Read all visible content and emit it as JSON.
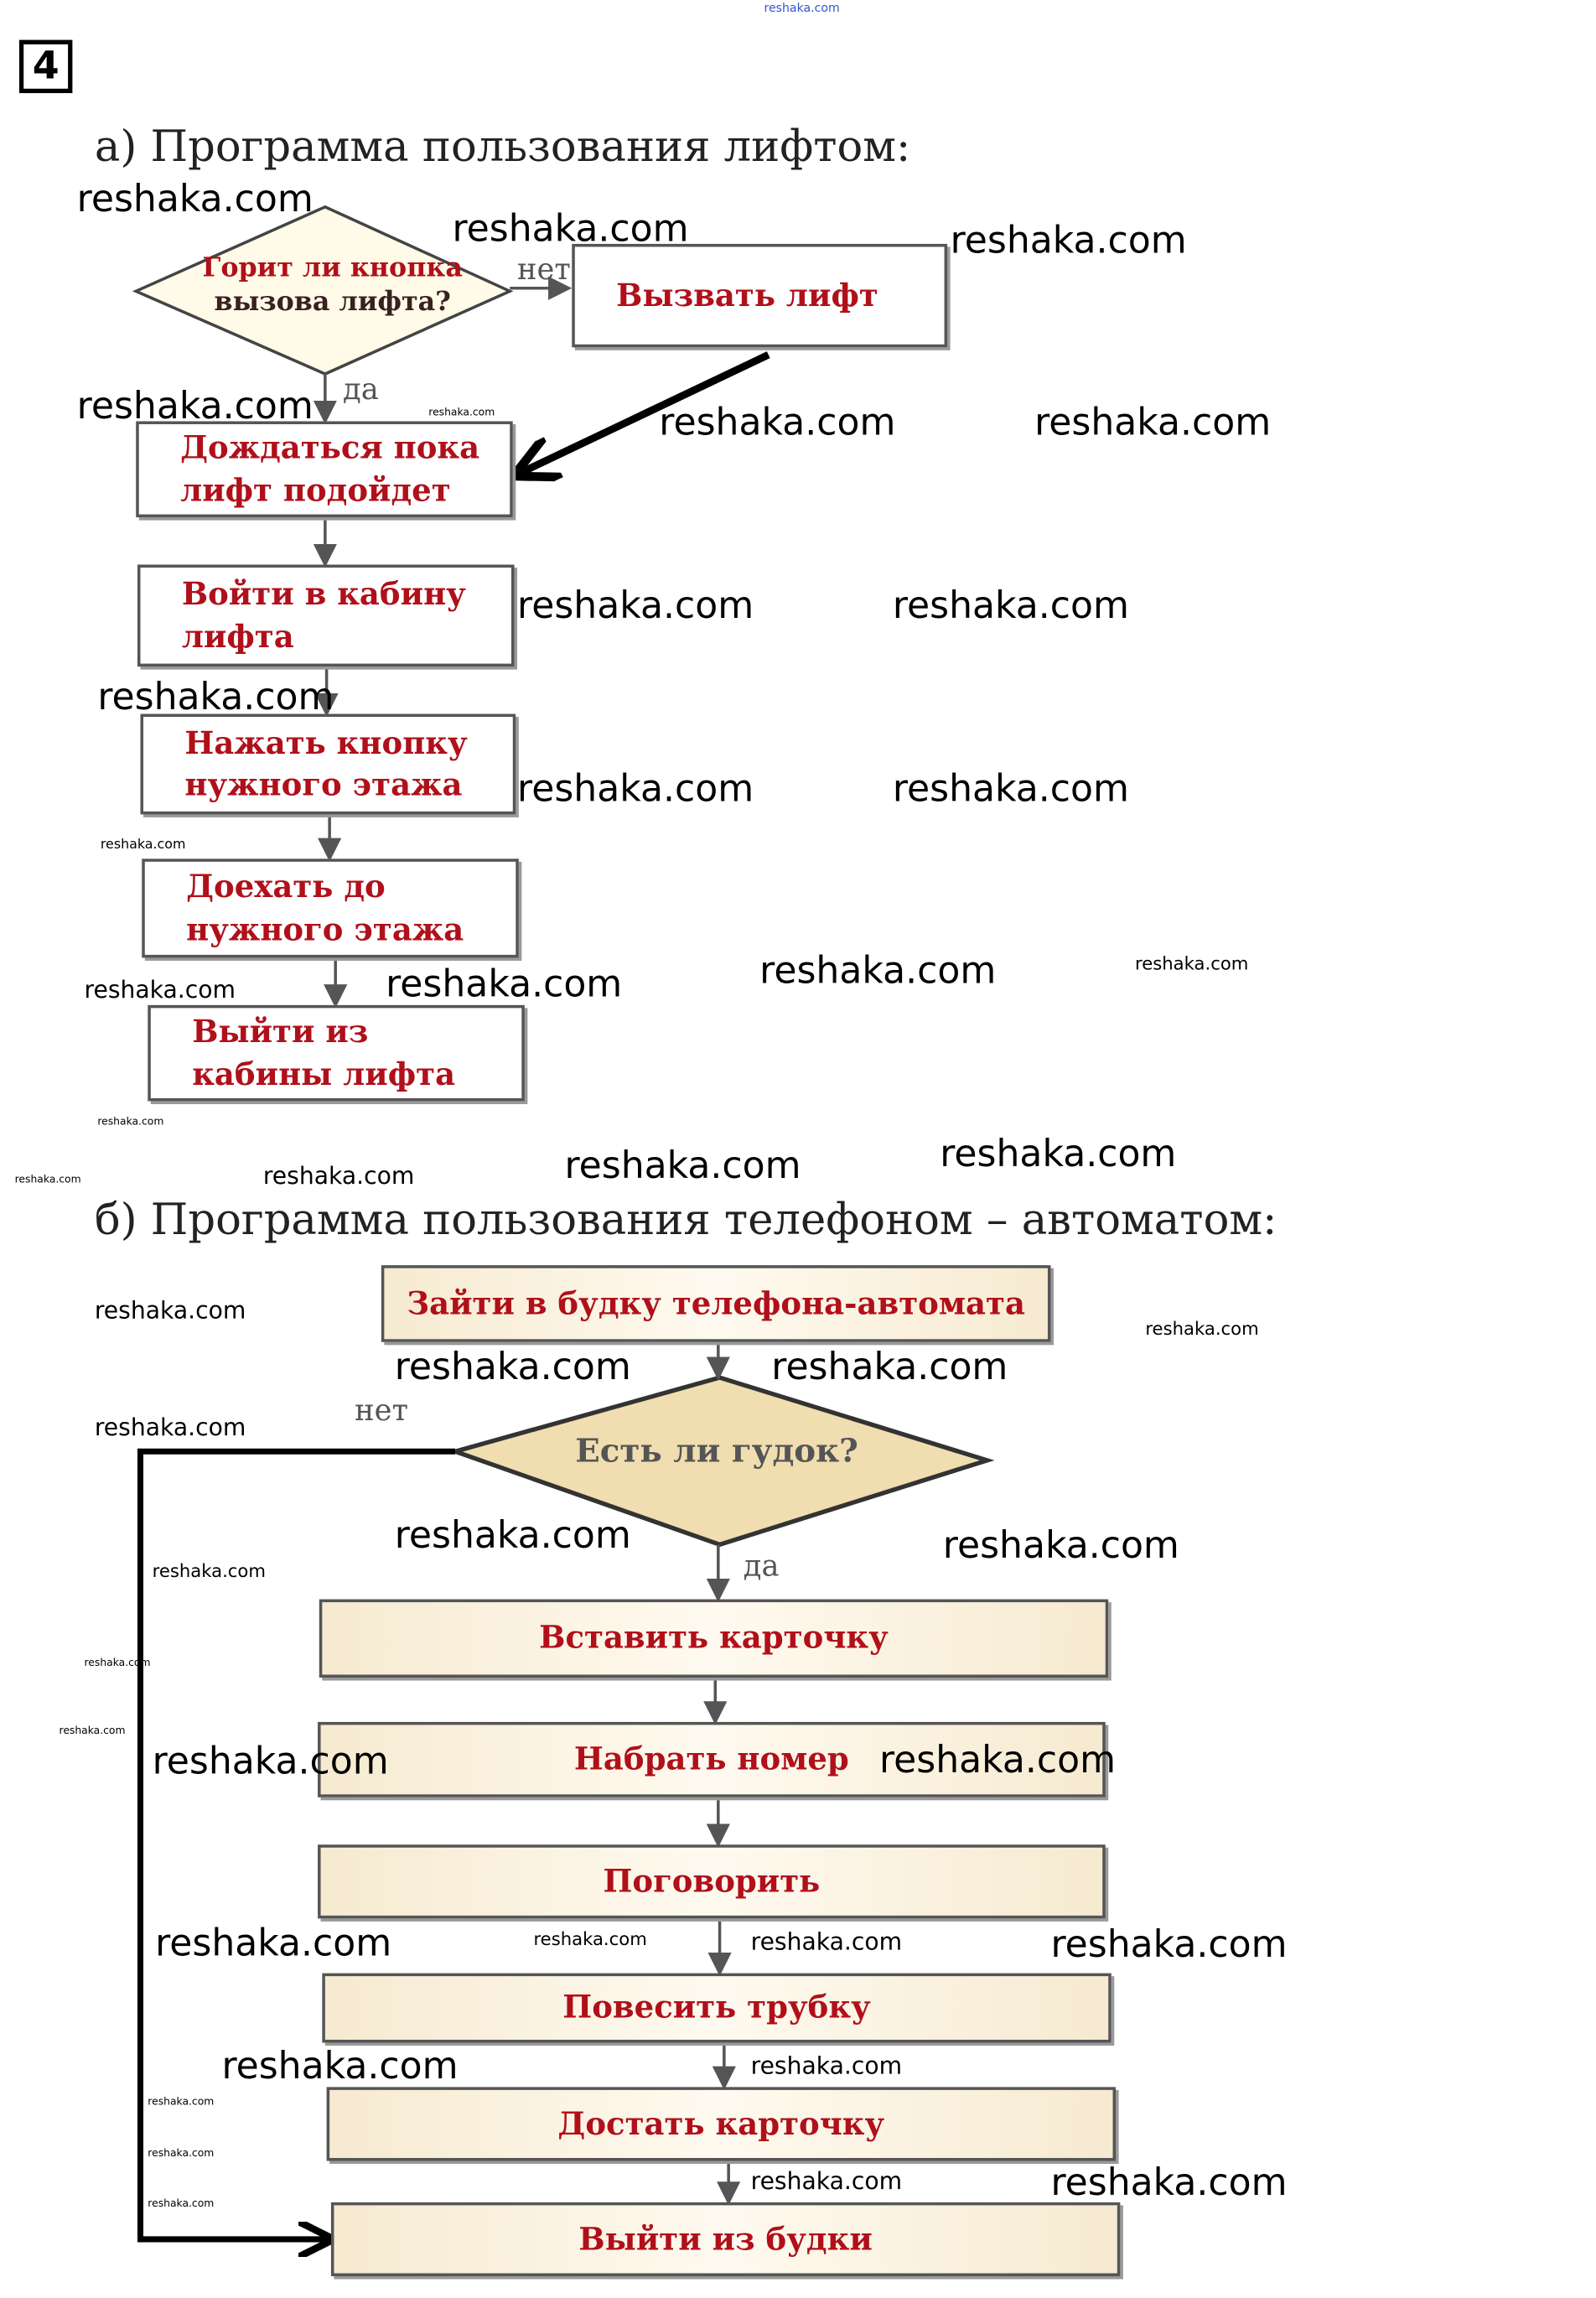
{
  "watermark": "reshaka.com",
  "task_number": "4",
  "part_a": {
    "title": "а) Программа пользования лифтом:",
    "decision": {
      "line1": "Горит ли кнопка",
      "line2": "вызова лифта?"
    },
    "no_label": "нет",
    "yes_label": "да",
    "call_box": "Вызвать лифт",
    "steps": [
      {
        "line1": "Дождаться пока",
        "line2": "лифт подойдет"
      },
      {
        "line1": "Войти в кабину",
        "line2": "лифта"
      },
      {
        "line1": "Нажать кнопку",
        "line2": "нужного этажа"
      },
      {
        "line1": "Доехать до",
        "line2": "нужного этажа"
      },
      {
        "line1": "Выйти из",
        "line2": "кабины лифта"
      }
    ]
  },
  "part_b": {
    "title": "б) Программа пользования телефоном – автоматом:",
    "first_step": "Зайти в будку телефона-автомата",
    "decision": "Есть ли гудок?",
    "no_label": "нет",
    "yes_label": "да",
    "steps": [
      "Вставить карточку",
      "Набрать номер",
      "Поговорить",
      "Повесить трубку",
      "Достать карточку",
      "Выйти из будки"
    ]
  },
  "colors": {
    "step_text": "#b0101a",
    "decision_fill_a": "#fffbe8",
    "decision_fill_b": "#f0ddb0"
  }
}
